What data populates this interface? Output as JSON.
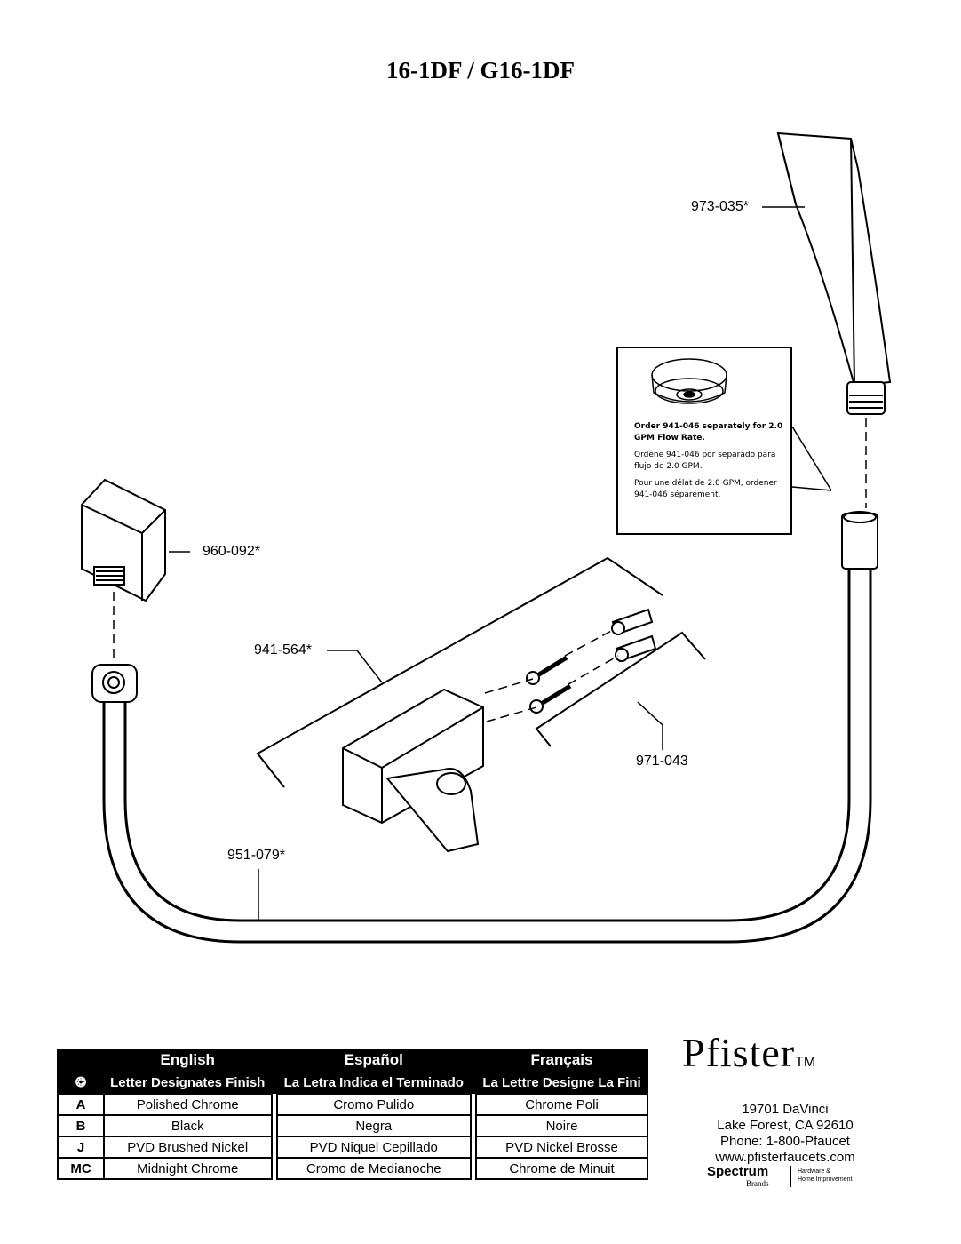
{
  "title": "16-1DF / G16-1DF",
  "parts": {
    "showerhead": "973-035*",
    "elbow": "960-092*",
    "holder": "941-564*",
    "anchors": "971-043",
    "hose": "951-079*"
  },
  "callout": {
    "line1": "Order 941-046 separately for 2.0 GPM Flow Rate.",
    "line2": "Ordene 941-046 por separado para flujo de 2.0 GPM.",
    "line3": "Pour une délat de 2.0 GPM, ordener 941-046 séparément."
  },
  "finish_table": {
    "lang_headers": [
      "English",
      "Español",
      "Français"
    ],
    "sub_headers": [
      "Letter Designates Finish",
      "La Letra Indica el Terminado",
      "La Lettre Designe La Fini"
    ],
    "rows": [
      {
        "code": "A",
        "en": "Polished Chrome",
        "es": "Cromo Pulido",
        "fr": "Chrome Poli"
      },
      {
        "code": "B",
        "en": "Black",
        "es": "Negra",
        "fr": "Noire"
      },
      {
        "code": "J",
        "en": "PVD Brushed Nickel",
        "es": "PVD Niquel Cepillado",
        "fr": "PVD Nickel Brosse"
      },
      {
        "code": "MC",
        "en": "Midnight Chrome",
        "es": "Cromo de Medianoche",
        "fr": "Chrome de Minuit"
      }
    ]
  },
  "brand": {
    "logo": "Pfister",
    "tm": "TM",
    "address1": "19701 DaVinci",
    "address2": "Lake Forest, CA 92610",
    "phone": "Phone: 1-800-Pfaucet",
    "website": "www.pfisterfaucets.com",
    "parent_name": "Spectrum",
    "parent_sub": "Brands",
    "parent_tag1": "Hardware &",
    "parent_tag2": "Home Improvement"
  }
}
